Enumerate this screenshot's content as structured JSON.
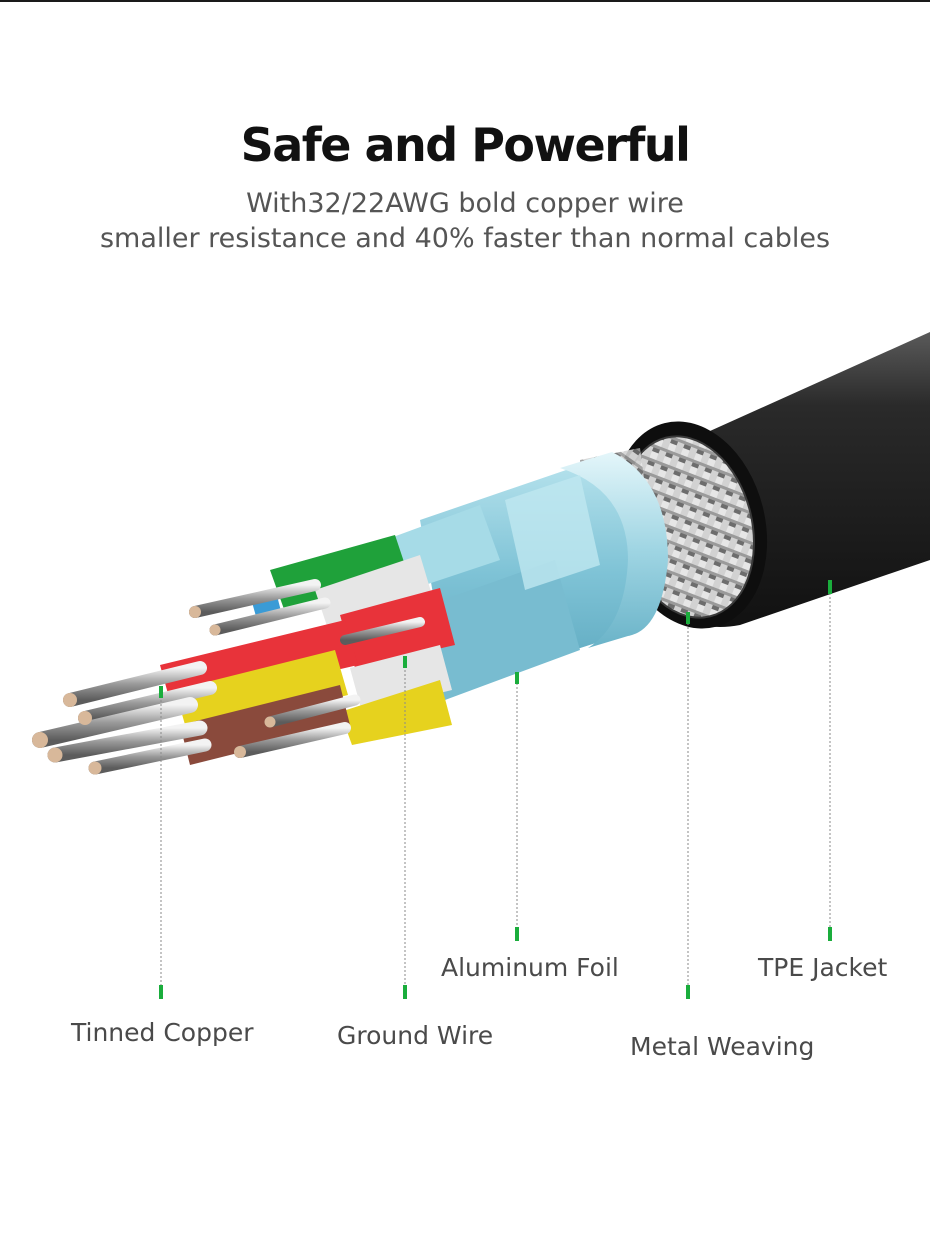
{
  "header": {
    "title": "Safe and Powerful",
    "subtitle_line1": "With32/22AWG bold copper wire",
    "subtitle_line2": "smaller resistance and 40% faster than normal cables"
  },
  "callouts": {
    "tinned_copper": "Tinned Copper",
    "ground_wire": "Ground Wire",
    "aluminum_foil": "Aluminum Foil",
    "metal_weaving": "Metal Weaving",
    "tpe_jacket": "TPE Jacket"
  },
  "colors": {
    "leader_marker": "#1aad3c",
    "jacket": "#1c1c1c",
    "foil": "#8ecfdf",
    "wire_red": "#e8333a",
    "wire_green": "#1fa13a",
    "wire_yellow": "#e6d21e",
    "wire_white": "#e6e6e6",
    "copper": "#d8b89a"
  }
}
